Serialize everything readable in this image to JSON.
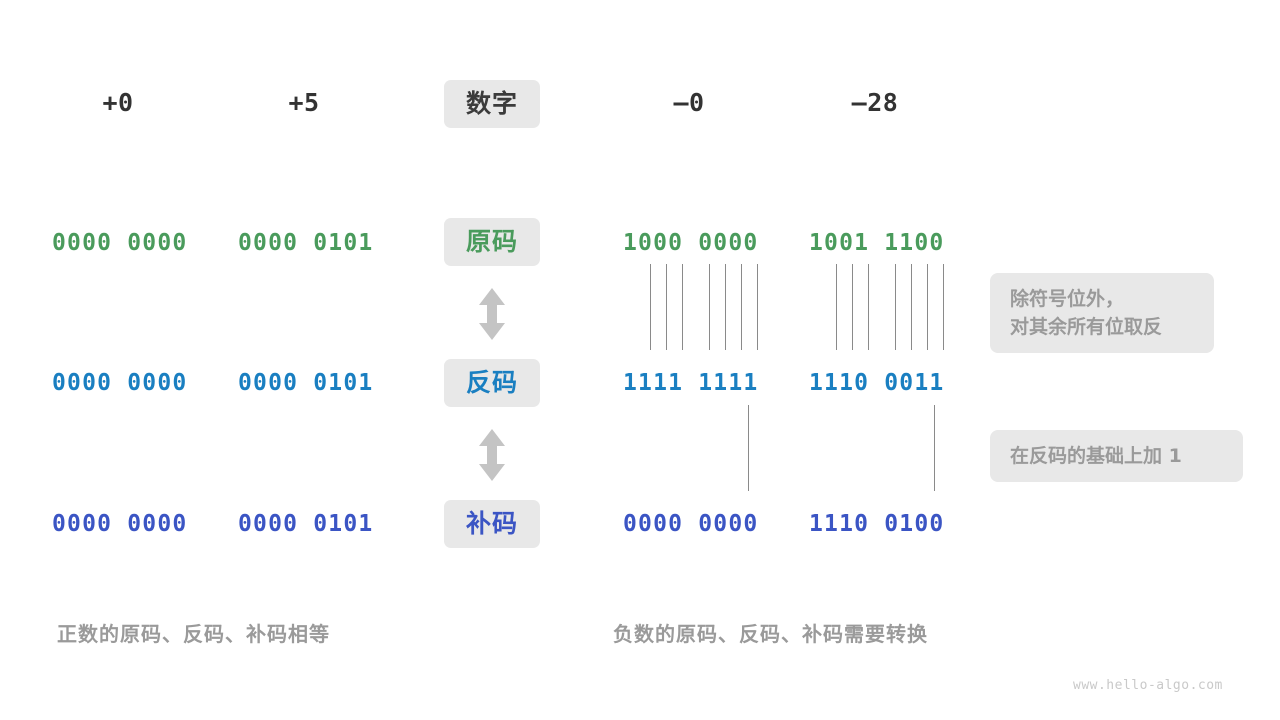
{
  "figure": {
    "watermark": "www.hello-algo.com"
  },
  "columns": {
    "headers": [
      {
        "label": "+0",
        "kind": "positive"
      },
      {
        "label": "+5",
        "kind": "positive"
      },
      {
        "label": "数字",
        "kind": "pill"
      },
      {
        "label": "–0",
        "kind": "negative"
      },
      {
        "label": "–28",
        "kind": "negative"
      }
    ]
  },
  "rows": [
    {
      "pill": "原码",
      "pill_color": "#4a9b5c",
      "bit_color": "#4a9b5c",
      "cells": [
        "0000 0000",
        "0000 0101",
        "1000 0000",
        "1001 1100"
      ]
    },
    {
      "pill": "反码",
      "pill_color": "#1a7fc1",
      "bit_color": "#1a7fc1",
      "cells": [
        "0000 0000",
        "0000 0101",
        "1111 1111",
        "1110 0011"
      ]
    },
    {
      "pill": "补码",
      "pill_color": "#3b55c4",
      "bit_color": "#3b55c4",
      "cells": [
        "0000 0000",
        "0000 0101",
        "0000 0000",
        "1110 0100"
      ]
    }
  ],
  "notes": [
    {
      "text": "除符号位外，\n对其余所有位取反"
    },
    {
      "text": "在反码的基础上加 1"
    }
  ],
  "captions": [
    {
      "text": "正数的原码、反码、补码相等"
    },
    {
      "text": "负数的原码、反码、补码需要转换"
    }
  ],
  "colors": {
    "green": "#4a9b5c",
    "blue": "#1a7fc1",
    "indigo": "#3b55c4",
    "pill_bg": "#e8e8e8",
    "note_text": "#9a9a9a",
    "line": "#8a8a8a",
    "arrow": "#c4c4c4"
  }
}
